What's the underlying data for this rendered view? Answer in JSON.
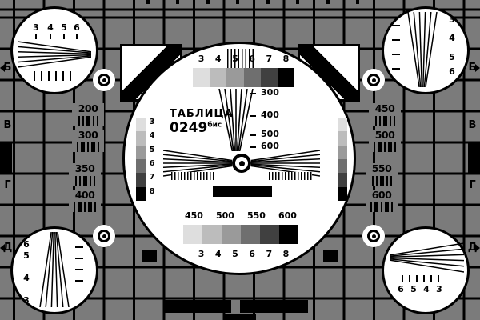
{
  "colors": {
    "background": "#7b7b7b",
    "grid_line": "#000000",
    "white": "#ffffff",
    "black": "#000000",
    "gray_steps": [
      "#dedede",
      "#bcbcbc",
      "#9a9a9a",
      "#6f6f6f",
      "#404040",
      "#000000"
    ]
  },
  "central_circle": {
    "title": "ТАБЛИЦА",
    "code": "0249",
    "code_suffix": "бис",
    "top_scale_labels": [
      "3",
      "4",
      "5",
      "6",
      "7",
      "8"
    ],
    "vertical_wedge_labels": [
      "300",
      "400",
      "500",
      "600"
    ],
    "side_strip_labels": [
      "3",
      "4",
      "5",
      "6",
      "7",
      "8"
    ],
    "frequency_labels": [
      "450",
      "500",
      "550",
      "600"
    ],
    "bottom_scale_labels": [
      "3",
      "4",
      "5",
      "6",
      "7",
      "8"
    ]
  },
  "left_panel": {
    "values": [
      "200",
      "300",
      "350",
      "400"
    ]
  },
  "right_panel": {
    "values": [
      "450",
      "500",
      "550",
      "600"
    ]
  },
  "row_letters": {
    "left": [
      "Б",
      "В",
      "Г",
      "Д"
    ],
    "right": [
      "Б",
      "В",
      "Г",
      "Д"
    ]
  },
  "corner_circles": {
    "top_left": {
      "labels": [
        "3",
        "4",
        "5",
        "6"
      ]
    },
    "top_right": {
      "labels": [
        "3",
        "4",
        "5",
        "6"
      ]
    },
    "bottom_left": {
      "labels": [
        "6",
        "5",
        "4",
        "3"
      ]
    },
    "bottom_right": {
      "labels": [
        "6",
        "5",
        "4",
        "3"
      ]
    }
  }
}
